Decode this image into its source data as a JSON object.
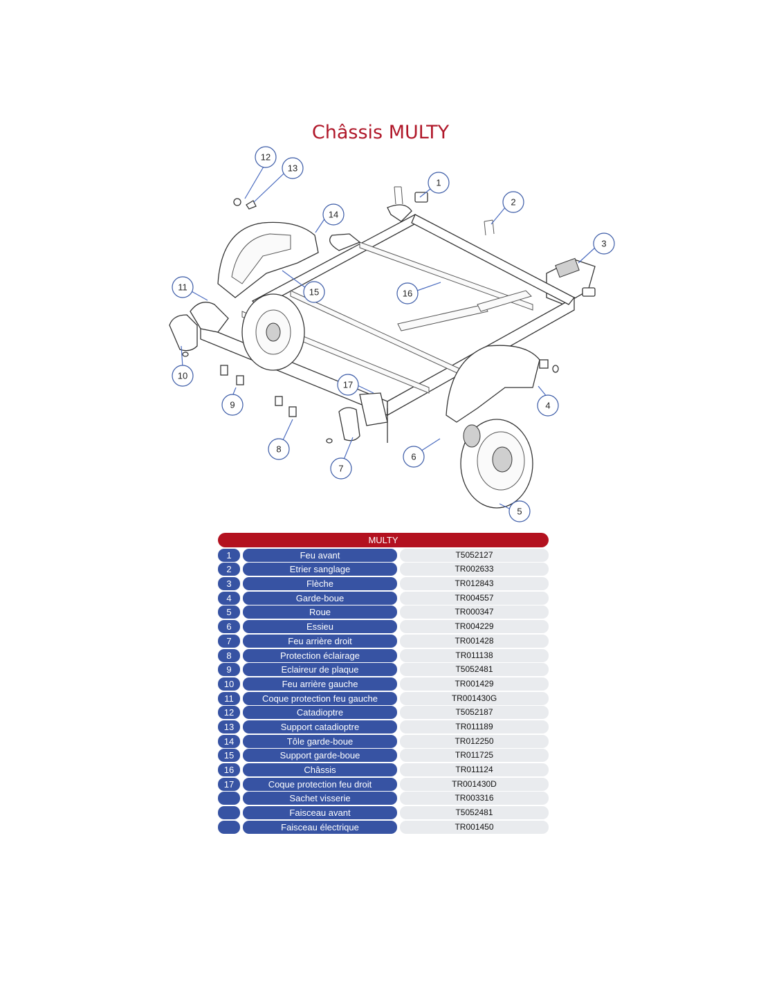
{
  "title": "Châssis MULTY",
  "callouts": [
    "1",
    "2",
    "3",
    "4",
    "5",
    "6",
    "7",
    "8",
    "9",
    "10",
    "11",
    "12",
    "13",
    "14",
    "15",
    "16",
    "17"
  ],
  "table": {
    "header": "MULTY",
    "rows": [
      {
        "num": "1",
        "name": "Feu avant",
        "ref": "T5052127"
      },
      {
        "num": "2",
        "name": "Etrier sanglage",
        "ref": "TR002633"
      },
      {
        "num": "3",
        "name": "Flèche",
        "ref": "TR012843"
      },
      {
        "num": "4",
        "name": "Garde-boue",
        "ref": "TR004557"
      },
      {
        "num": "5",
        "name": "Roue",
        "ref": "TR000347"
      },
      {
        "num": "6",
        "name": "Essieu",
        "ref": "TR004229"
      },
      {
        "num": "7",
        "name": "Feu arrière droit",
        "ref": "TR001428"
      },
      {
        "num": "8",
        "name": "Protection éclairage",
        "ref": "TR011138"
      },
      {
        "num": "9",
        "name": "Eclaireur de plaque",
        "ref": "T5052481"
      },
      {
        "num": "10",
        "name": "Feu arrière gauche",
        "ref": "TR001429"
      },
      {
        "num": "11",
        "name": "Coque protection feu gauche",
        "ref": "TR001430G"
      },
      {
        "num": "12",
        "name": "Catadioptre",
        "ref": "T5052187"
      },
      {
        "num": "13",
        "name": "Support catadioptre",
        "ref": "TR011189"
      },
      {
        "num": "14",
        "name": "Tôle garde-boue",
        "ref": "TR012250"
      },
      {
        "num": "15",
        "name": "Support garde-boue",
        "ref": "TR011725"
      },
      {
        "num": "16",
        "name": "Châssis",
        "ref": "TR011124"
      },
      {
        "num": "17",
        "name": "Coque protection feu droit",
        "ref": "TR001430D"
      },
      {
        "num": "",
        "name": "Sachet visserie",
        "ref": "TR003316"
      },
      {
        "num": "",
        "name": "Faisceau avant",
        "ref": "T5052481"
      },
      {
        "num": "",
        "name": "Faisceau électrique",
        "ref": "TR001450"
      }
    ]
  }
}
